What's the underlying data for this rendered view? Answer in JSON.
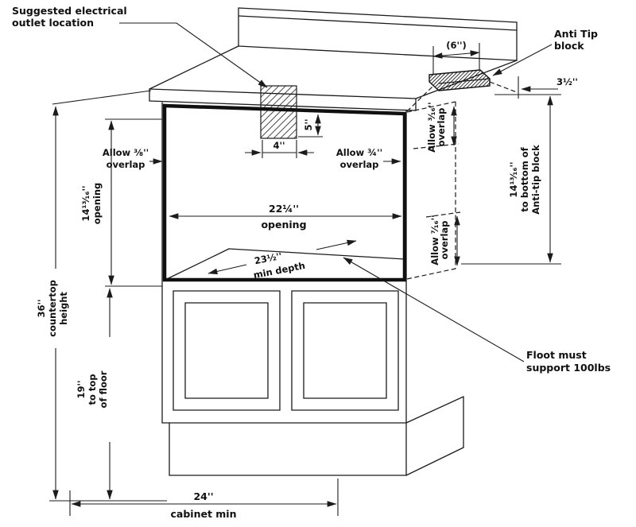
{
  "drawing": {
    "callouts": {
      "outlet_line1": "Suggested electrical",
      "outlet_line2": "outlet location",
      "anti_tip_line1": "Anti Tip",
      "anti_tip_line2": "block",
      "floor_line1": "Floot must",
      "floor_line2": "support 100lbs"
    },
    "dimensions": {
      "block_width": "(6'')",
      "block_offset": "3½''",
      "outlet_width": "4''",
      "outlet_height": "5''",
      "overlap_left_line1": "Allow ⅜''",
      "overlap_left_line2": "overlap",
      "overlap_right_line1": "Allow ¾''",
      "overlap_right_line2": "overlap",
      "overlap_316_line1": "Allow ³⁄₁₆''",
      "overlap_316_line2": "overlap",
      "overlap_716_line1": "Allow ⁷⁄₁₆''",
      "overlap_716_line2": "overlap",
      "opening_height_line1": "14¹³⁄₁₆''",
      "opening_height_line2": "opening",
      "opening_width_line1": "22¼''",
      "opening_width_line2": "opening",
      "min_depth_line1": "23½''",
      "min_depth_line2": "min depth",
      "anti_tip_height_line1": "14¹³⁄₁₆''",
      "anti_tip_height_line2": "to bottom of",
      "anti_tip_height_line3": "Anti-tip block",
      "countertop_line1": "36''",
      "countertop_line2": "countertop",
      "countertop_line3": "height",
      "floor_height_line1": "19''",
      "floor_height_line2": "to top",
      "floor_height_line3": "of floor",
      "cabinet_min_line1": "24''",
      "cabinet_min_line2": "cabinet min"
    }
  },
  "colors": {
    "line": "#1b1b1b",
    "background": "#ffffff"
  }
}
